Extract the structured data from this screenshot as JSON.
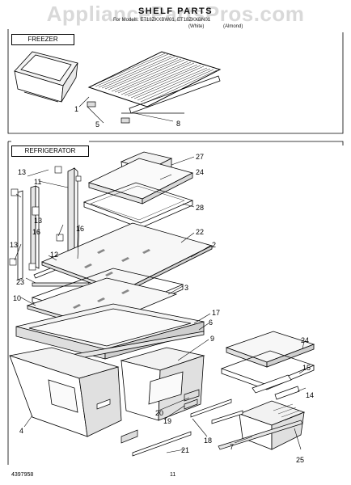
{
  "watermark": "AppliancePartsPros.com",
  "title": "SHELF PARTS",
  "subtitle": {
    "line1": "For Models: ET18ZKXBW01, ET18ZKXBN01",
    "line2a": "(White)",
    "line2b": "(Almond)"
  },
  "sections": {
    "freezer": "FREEZER",
    "refrigerator": "REFRIGERATOR"
  },
  "part_numbers": {
    "p1": "1",
    "p2": "2",
    "p3": "3",
    "p4": "4",
    "p5": "5",
    "p6": "6",
    "p7": "7",
    "p8": "8",
    "p9": "9",
    "p10": "10",
    "p11": "11",
    "p12": "12",
    "p13a": "13",
    "p13b": "13",
    "p13c": "13",
    "p14": "14",
    "p15": "15",
    "p16a": "16",
    "p16b": "16",
    "p17": "17",
    "p18": "18",
    "p19": "19",
    "p20": "20",
    "p21": "21",
    "p22": "22",
    "p23": "23",
    "p24a": "24",
    "p24b": "24",
    "p25": "25",
    "p27": "27",
    "p28": "28"
  },
  "footer": {
    "code": "4397958",
    "page": "11"
  }
}
